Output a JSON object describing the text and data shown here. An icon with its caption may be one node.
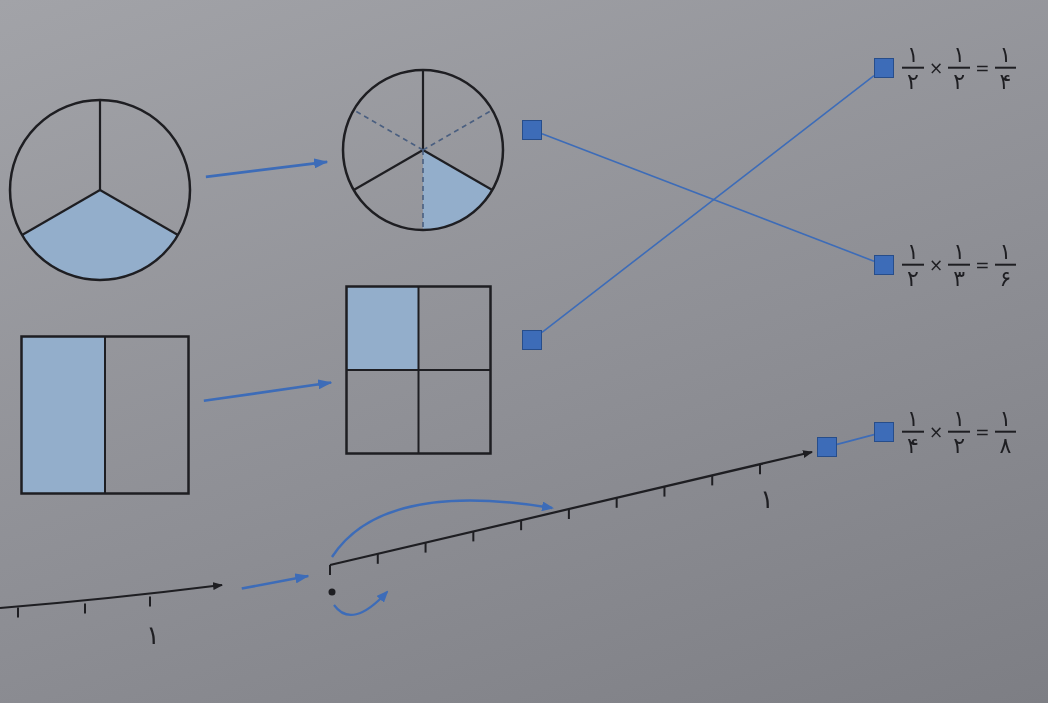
{
  "diagram": {
    "nodes": [
      {
        "text": [],
        "shape": "picture"
      },
      {
        "text": [],
        "shape": "picture"
      },
      {
        "text": [],
        "shape": "box"
      },
      {
        "text": [],
        "shape": "picture"
      },
      {
        "text": [],
        "shape": "picture"
      },
      {
        "text": [],
        "shape": "box"
      },
      {
        "text": [
          "۱"
        ]
      },
      {
        "text": [
          "۱"
        ]
      },
      {
        "text": [],
        "shape": "box"
      },
      {
        "text": [],
        "shape": "box",
        "beside": [
          "۱",
          "۲",
          "×",
          "۱",
          "۲",
          "=",
          "۱",
          "۴"
        ]
      },
      {
        "text": [],
        "shape": "box",
        "beside": [
          "۱",
          "۲",
          "×",
          "۱",
          "۳",
          "=",
          "۱",
          "۶"
        ]
      },
      {
        "text": [],
        "shape": "box",
        "beside": [
          "۱",
          "۴",
          "×",
          "۱",
          "۲",
          "=",
          "۱",
          "۸"
        ]
      }
    ],
    "edges": [
      {
        "from": 0,
        "to": 1,
        "arrow": "to"
      },
      {
        "from": 3,
        "to": 4,
        "arrow": "to"
      },
      {
        "from": 6,
        "to": 7,
        "arrow": "to"
      },
      {
        "from": 2,
        "to": 10,
        "arrow": "none"
      },
      {
        "from": 5,
        "to": 9,
        "arrow": "none"
      },
      {
        "from": 8,
        "to": 11,
        "arrow": "none"
      }
    ]
  }
}
